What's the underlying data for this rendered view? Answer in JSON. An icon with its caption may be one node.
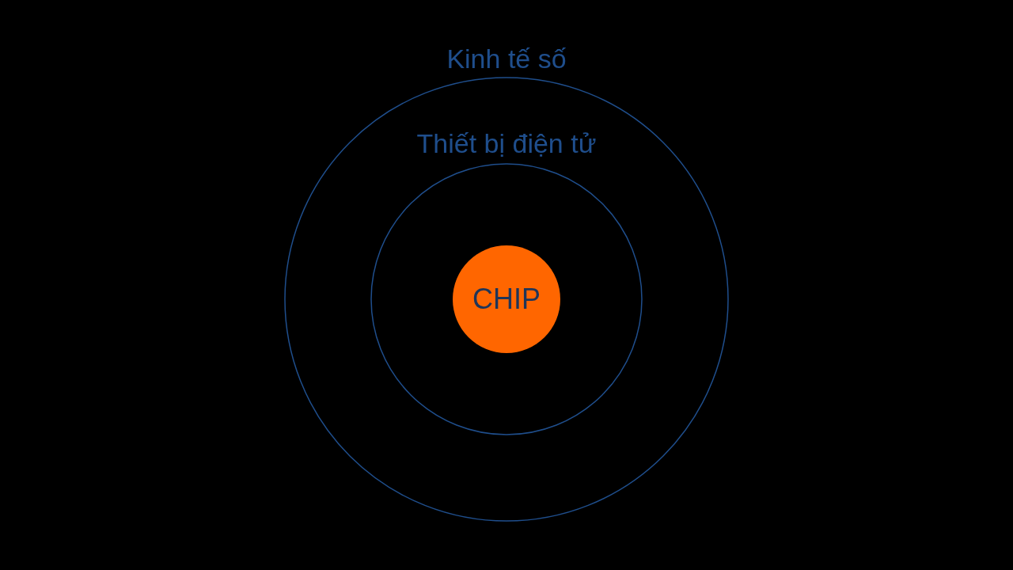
{
  "diagram": {
    "nodes": [
      {
        "text": [
          "Kinh tế số"
        ]
      },
      {
        "text": [
          "Thiết bị điện tử"
        ],
        "in": 0
      },
      {
        "text": [
          "CHIP"
        ],
        "in": 1
      }
    ]
  }
}
